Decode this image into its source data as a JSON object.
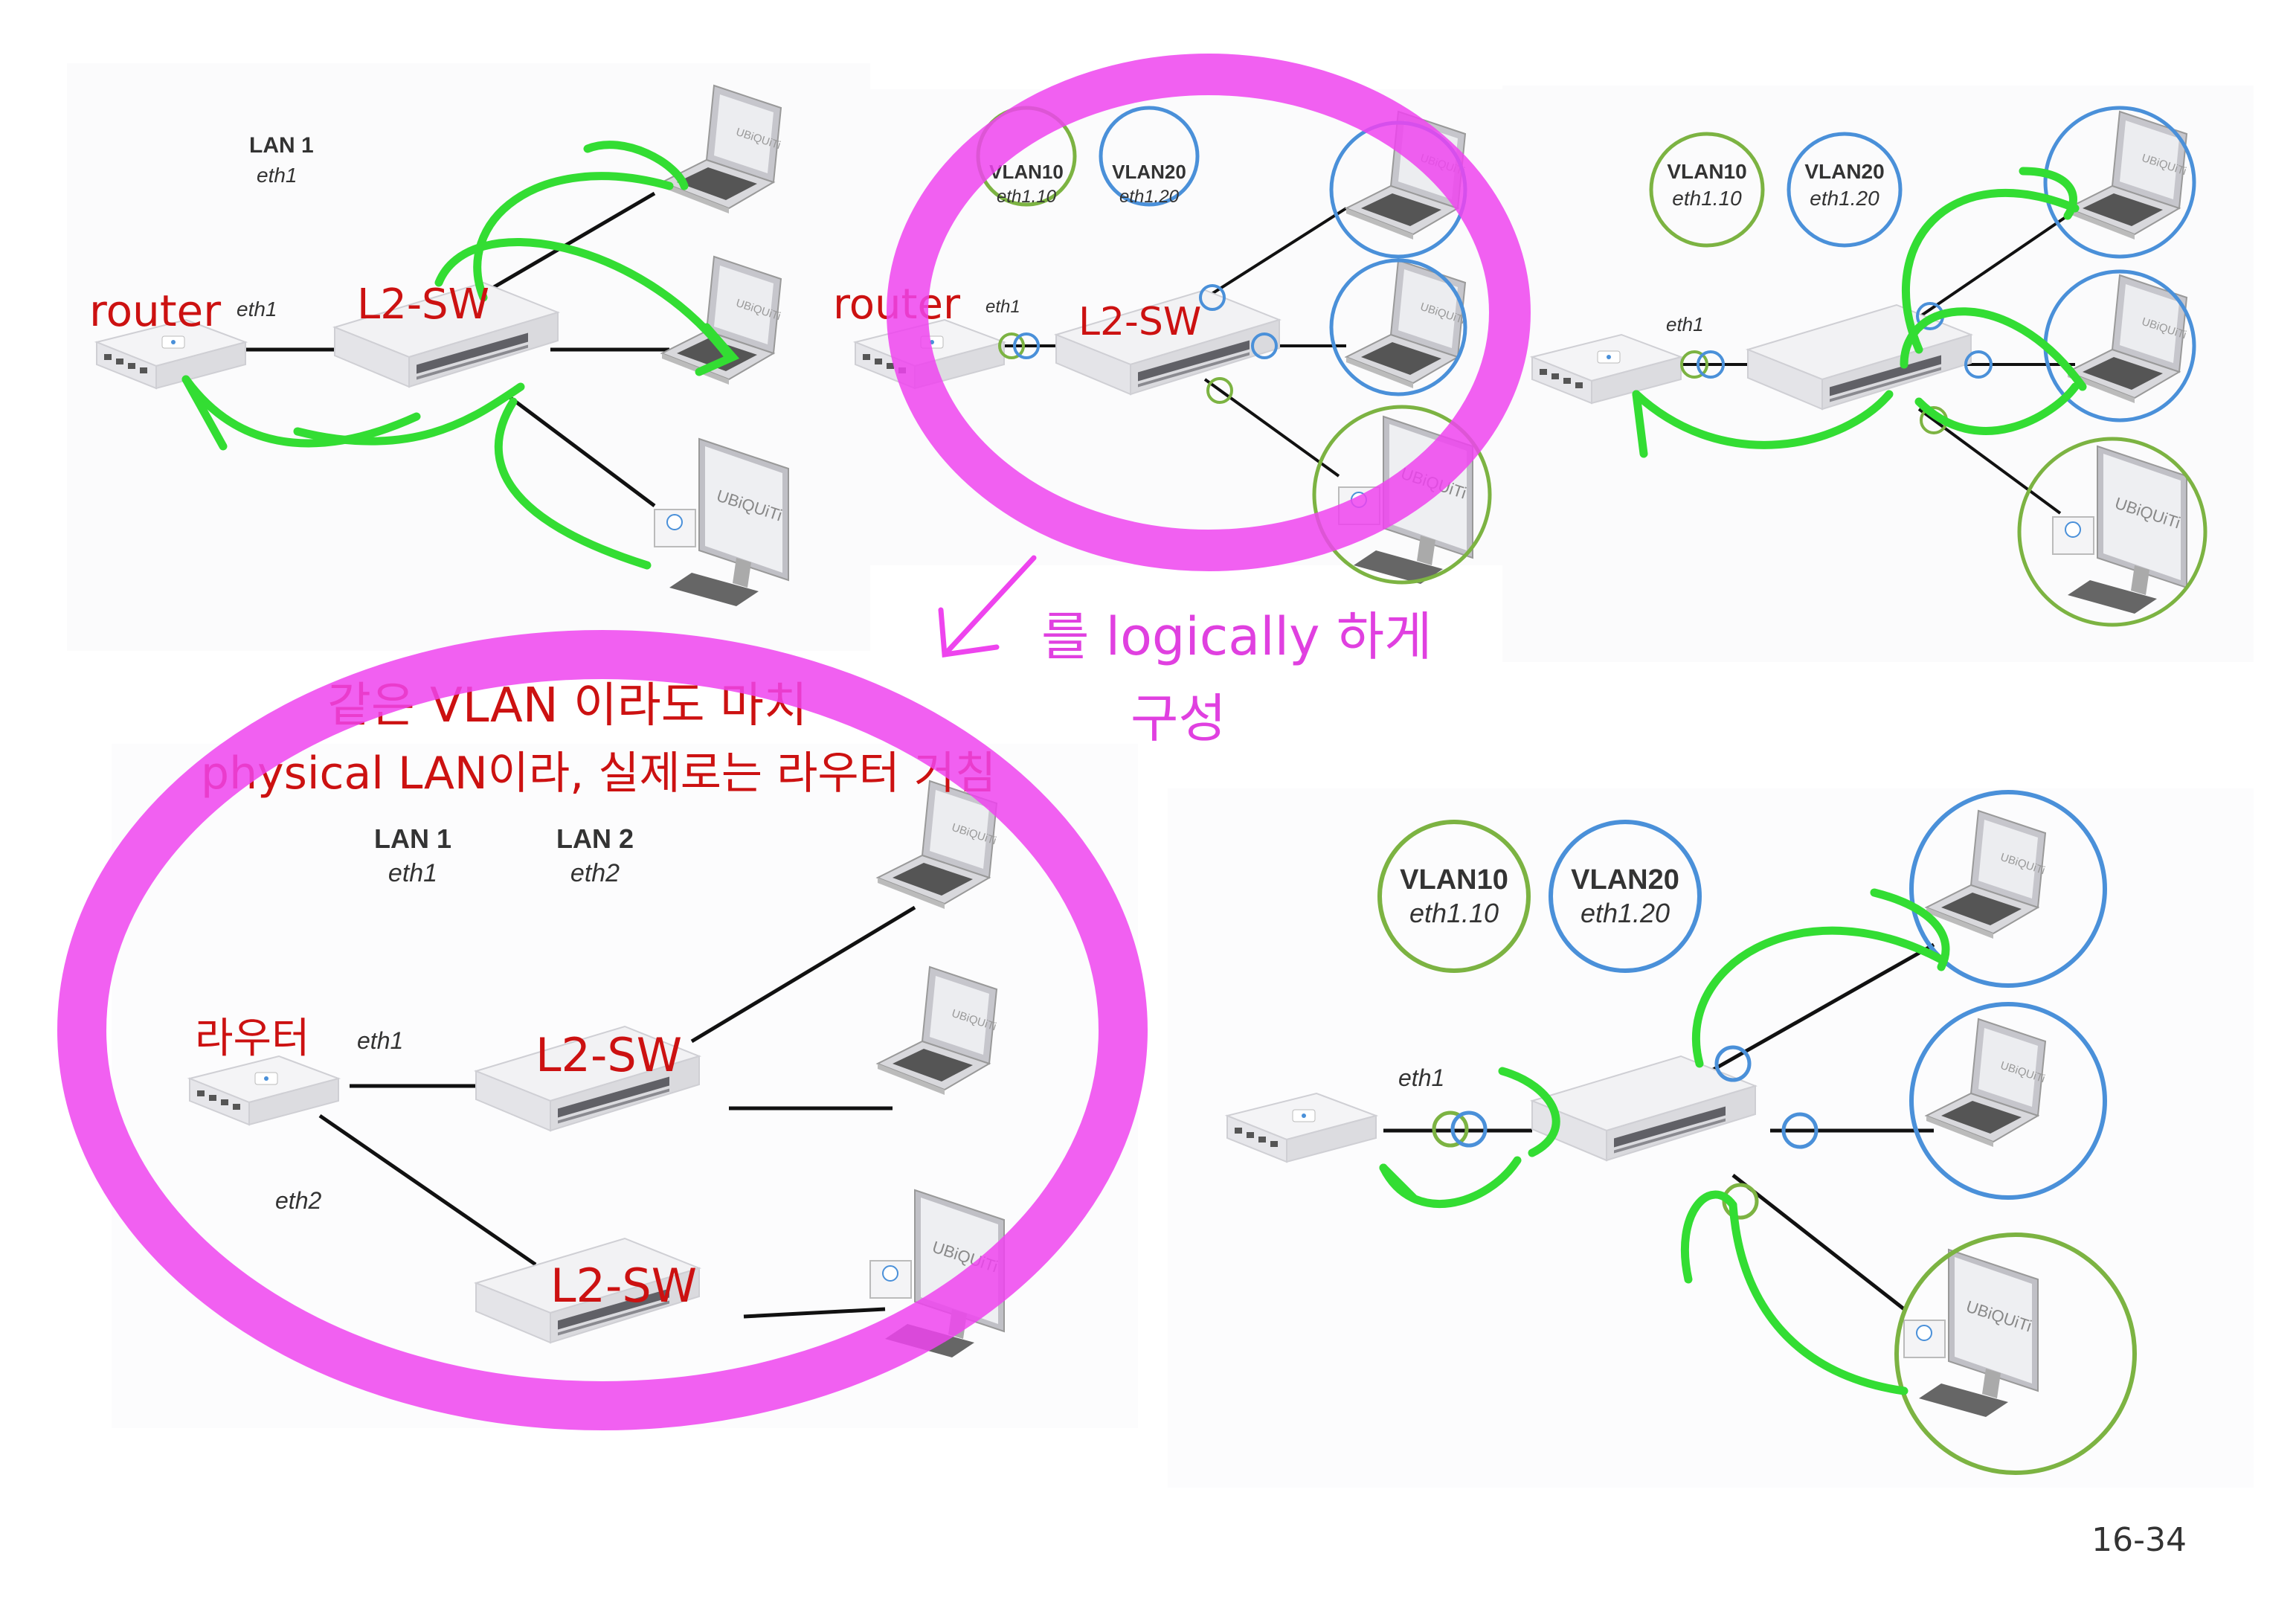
{
  "panels": {
    "top_left": {
      "lan_title": "LAN 1",
      "lan_if": "eth1",
      "router_if": "eth1"
    },
    "top_middle": {
      "vlan10": "VLAN10",
      "vlan10_if": "eth1.10",
      "vlan20": "VLAN20",
      "vlan20_if": "eth1.20",
      "router_if": "eth1"
    },
    "top_right": {
      "vlan10": "VLAN10",
      "vlan10_if": "eth1.10",
      "vlan20": "VLAN20",
      "vlan20_if": "eth1.20",
      "router_if": "eth1"
    },
    "bottom_left": {
      "lan1": "LAN 1",
      "lan1_if": "eth1",
      "lan2": "LAN 2",
      "lan2_if": "eth2",
      "router_if1": "eth1",
      "router_if2": "eth2"
    },
    "bottom_right": {
      "vlan10": "VLAN10",
      "vlan10_if": "eth1.10",
      "vlan20": "VLAN20",
      "vlan20_if": "eth1.20",
      "router_if": "eth1"
    }
  },
  "device_logo": "UBiQUiTi",
  "annotations": {
    "router_tl": "router",
    "l2sw_tl": "L2-SW",
    "router_tm": "router",
    "l2sw_tm": "L2-SW",
    "arrow_note_1": "를 logically 하게",
    "arrow_note_2": "구성",
    "bottom_note_1": "같은 VLAN 이라도 마치",
    "bottom_note_2": "physical LAN이라, 실제로는 라우터 거침",
    "router_bl": "라우터",
    "l2sw_bl_1": "L2-SW",
    "l2sw_bl_2": "L2-SW"
  },
  "page_number": "16-34",
  "colors": {
    "vlan10_green": "#7cb342",
    "vlan20_blue": "#4a90d9",
    "highlight_magenta": "#ee44ee",
    "hand_arrow_green": "#33dd33",
    "hand_text_red": "#cc1111"
  }
}
